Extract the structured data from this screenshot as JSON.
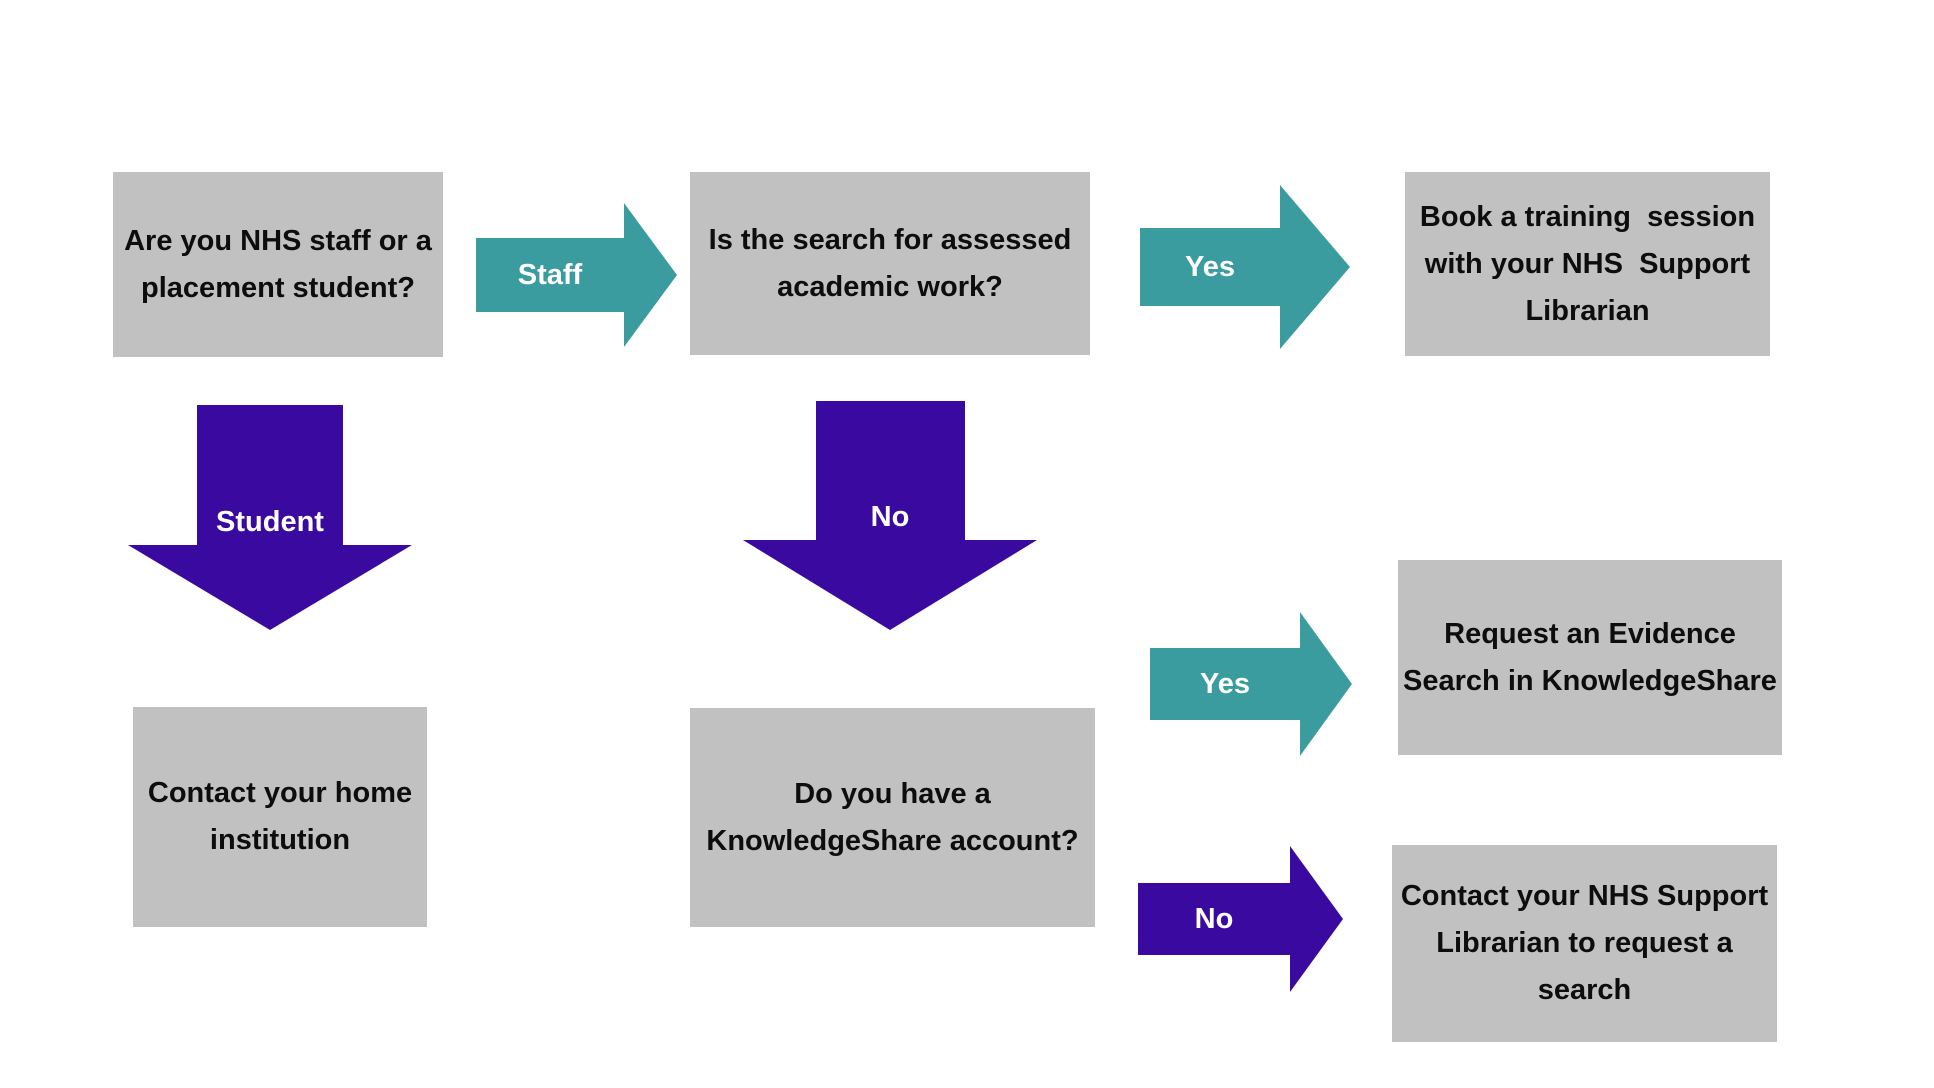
{
  "colors": {
    "teal": "#3B9CA0",
    "purple": "#3A0AA0",
    "node_fill": "#C1C1C1",
    "node_text": "#0D0D0D",
    "arrow_label": "#FFFFFF",
    "background": "#FFFFFF"
  },
  "nodes": {
    "staff_question": {
      "lines": [
        "Are you NHS staff or a",
        "placement student?"
      ]
    },
    "assessed_question": {
      "lines": [
        "Is the search for assessed",
        "academic work?"
      ]
    },
    "book_training": {
      "lines": [
        "Book a training  session",
        "with your NHS  Support",
        "Librarian"
      ]
    },
    "contact_home": {
      "lines": [
        "Contact your home",
        "institution"
      ]
    },
    "knowledgeshare_question": {
      "lines": [
        "Do you have a",
        "KnowledgeShare account?"
      ]
    },
    "request_search": {
      "lines": [
        "Request an Evidence",
        "Search in KnowledgeShare"
      ]
    },
    "contact_librarian": {
      "lines": [
        "Contact your NHS Support",
        "Librarian to request a",
        "search"
      ]
    }
  },
  "arrows": {
    "staff": {
      "label": "Staff",
      "direction": "right",
      "color": "teal"
    },
    "student": {
      "label": "Student",
      "direction": "down",
      "color": "purple"
    },
    "yes_assessed": {
      "label": "Yes",
      "direction": "right",
      "color": "teal"
    },
    "no_assessed": {
      "label": "No",
      "direction": "down",
      "color": "purple"
    },
    "yes_knowledgeshare": {
      "label": "Yes",
      "direction": "right",
      "color": "teal"
    },
    "no_knowledgeshare": {
      "label": "No",
      "direction": "right",
      "color": "purple"
    }
  }
}
